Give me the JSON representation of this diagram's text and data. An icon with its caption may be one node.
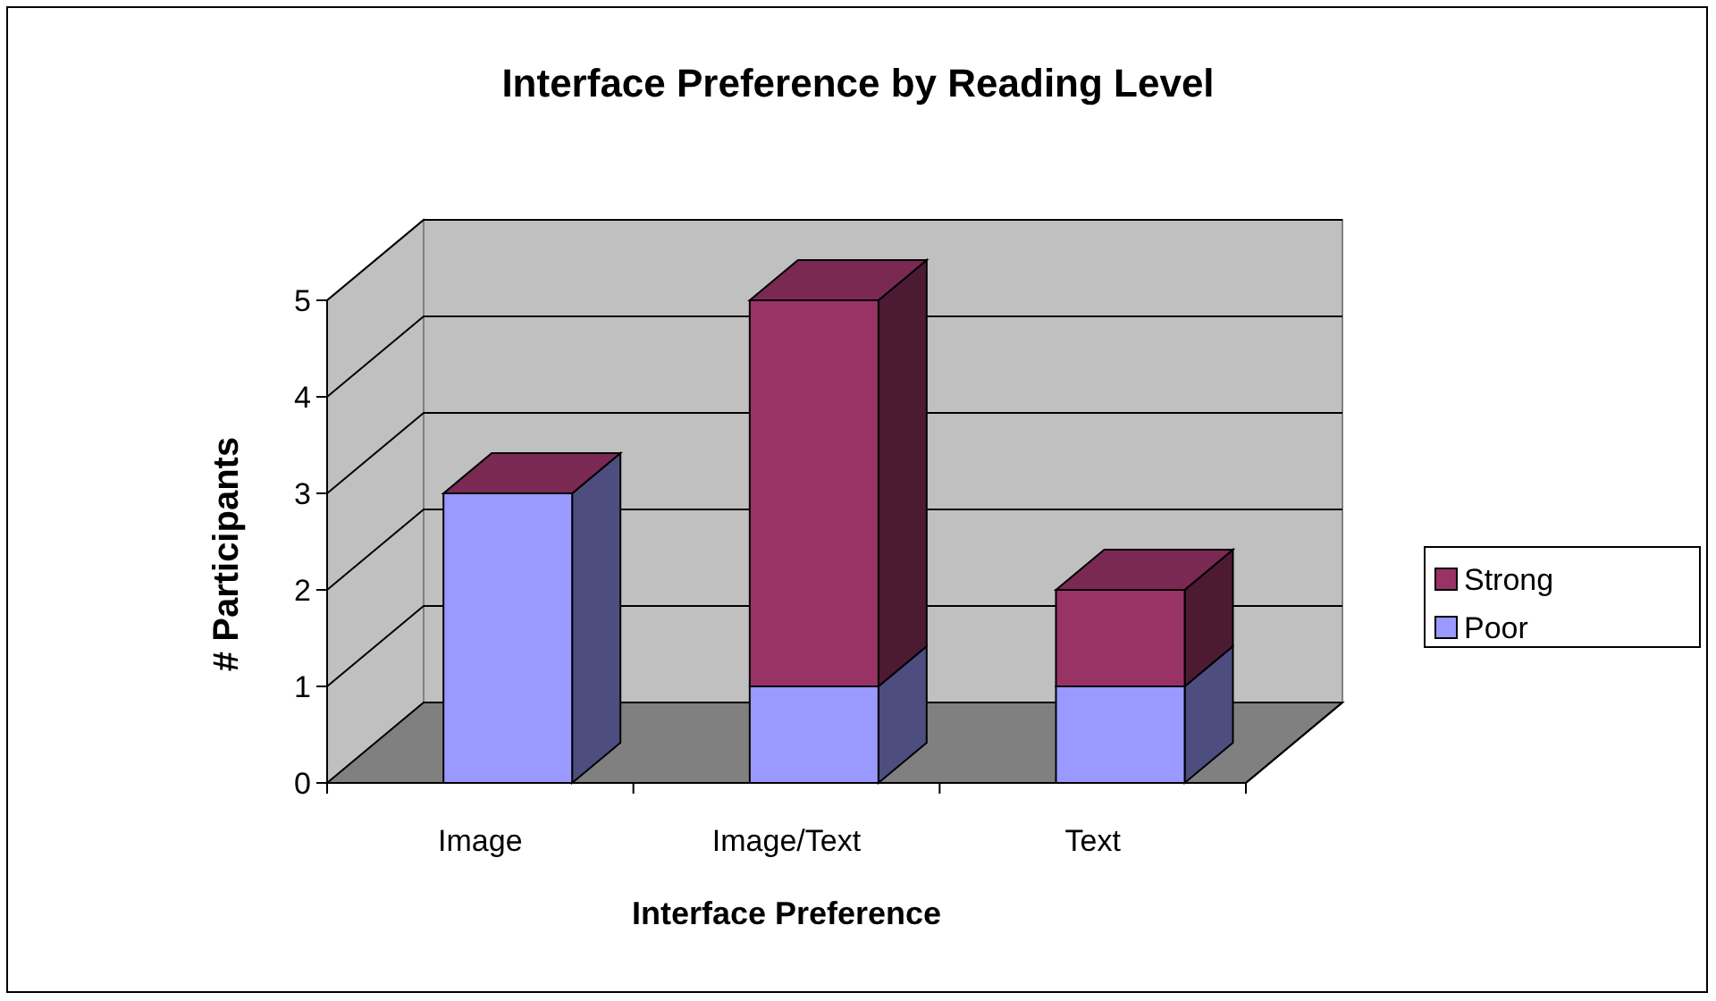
{
  "diagram": {
    "chart_data": {
      "type": "bar",
      "title": "Interface Preference by Reading Level",
      "xlabel": "Interface Preference",
      "ylabel": "# Participants",
      "categories": [
        "Image",
        "Image/Text",
        "Text"
      ],
      "series": [
        {
          "name": "Poor",
          "color": "#9999ff",
          "values": [
            3,
            1,
            1
          ]
        },
        {
          "name": "Strong",
          "color": "#993366",
          "values": [
            0,
            4,
            1
          ]
        }
      ],
      "yticks": [
        0,
        1,
        2,
        3,
        4,
        5
      ],
      "ylim": [
        0,
        5
      ],
      "stacked": true,
      "legend": "right"
    }
  }
}
